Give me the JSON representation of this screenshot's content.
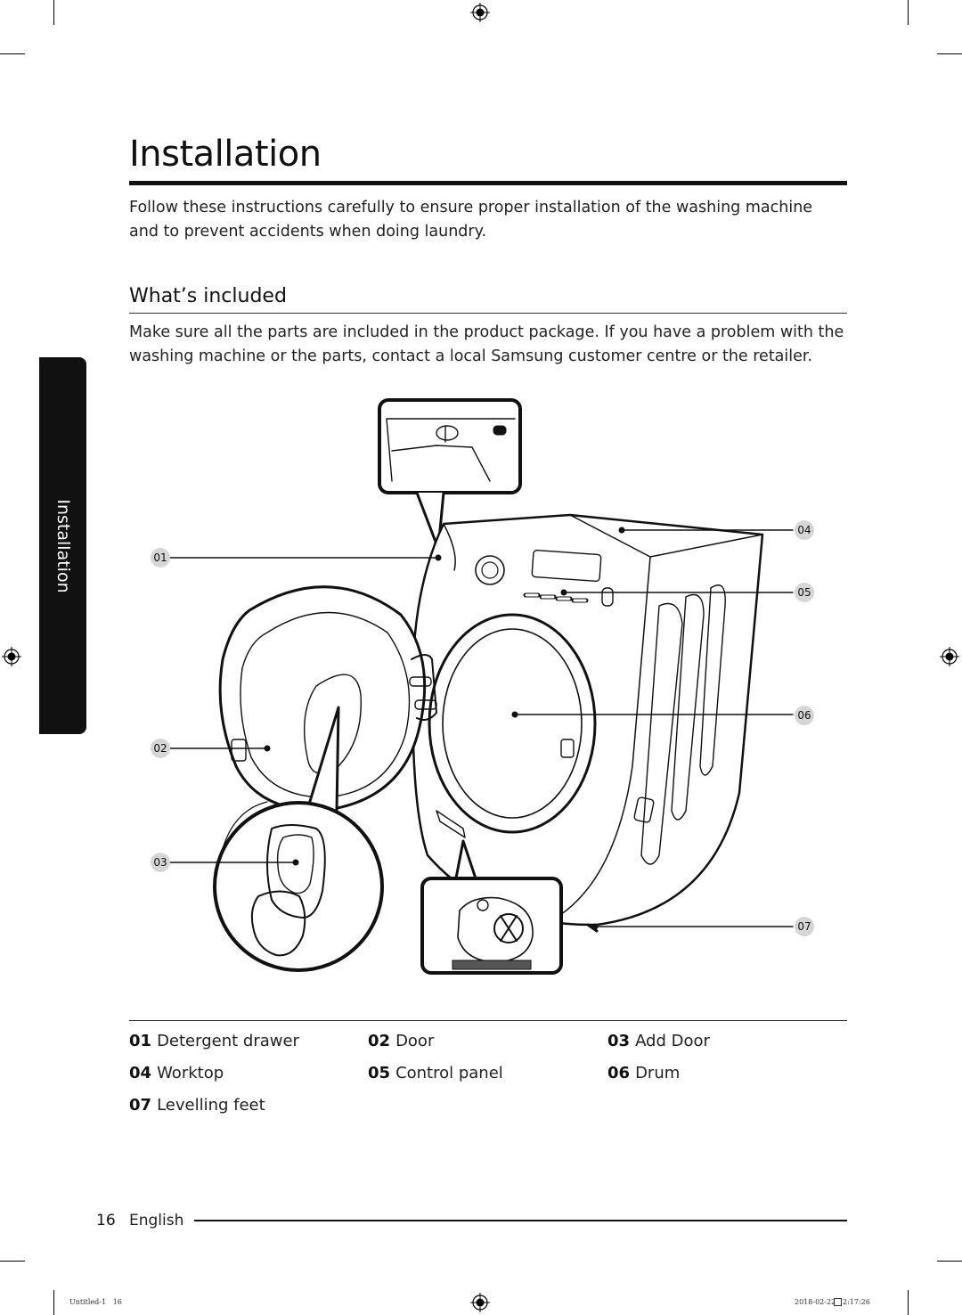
{
  "page": {
    "title": "Installation",
    "intro": "Follow these instructions carefully to ensure proper installation of the washing machine and to prevent accidents when doing laundry.",
    "section_title": "What’s included",
    "section_text": "Make sure all the parts are included in the product package. If you have a problem with the washing machine or the parts, contact a local Samsung customer centre or the retailer.",
    "side_tab": "Installation"
  },
  "diagram": {
    "callouts": [
      "01",
      "02",
      "03",
      "04",
      "05",
      "06",
      "07"
    ]
  },
  "legend": [
    {
      "num": "01",
      "label": "Detergent drawer"
    },
    {
      "num": "02",
      "label": "Door"
    },
    {
      "num": "03",
      "label": "Add Door"
    },
    {
      "num": "04",
      "label": "Worktop"
    },
    {
      "num": "05",
      "label": "Control panel"
    },
    {
      "num": "06",
      "label": "Drum"
    },
    {
      "num": "07",
      "label": "Levelling feet"
    }
  ],
  "footer": {
    "page_number": "16",
    "language": "English"
  },
  "print_info": {
    "file": "Untitled-1   16",
    "date": "2018-02-22",
    "time": "2:17:26"
  }
}
